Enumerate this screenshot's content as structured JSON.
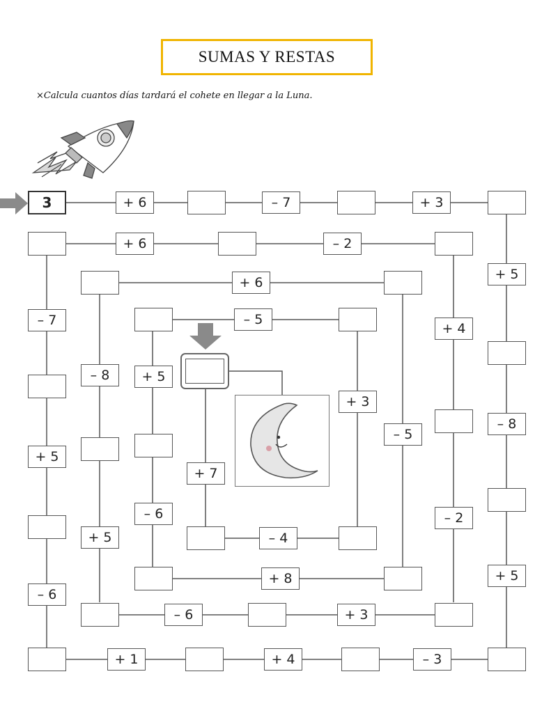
{
  "title": "SUMAS Y RESTAS",
  "instruction": "×Calcula cuantos días tardará el cohete en llegar a la Luna.",
  "start_value": "3",
  "operations": {
    "o1": "+ 6",
    "o2": "– 7",
    "o3": "+ 3",
    "o4": "+ 5",
    "o5": "– 8",
    "o6": "+ 5",
    "o7": "– 3",
    "o8": "+ 4",
    "o9": "+ 1",
    "o10": "– 6",
    "o11": "+ 5",
    "o12": "– 7",
    "o13": "+ 6",
    "o14": "– 2",
    "o15": "+ 4",
    "o16": "– 2",
    "o17": "+ 3",
    "o18": "– 6",
    "o19": "+ 5",
    "o20": "– 8",
    "o21": "+ 6",
    "o22": "– 5",
    "o23": "+ 8",
    "o24": "– 6",
    "o25": "+ 5",
    "o26": "– 5",
    "o27": "+ 3",
    "o28": "– 4",
    "o29": "+ 7"
  },
  "icons": {
    "start_arrow": "right-arrow-icon",
    "end_arrow": "down-arrow-icon",
    "rocket": "rocket-icon",
    "moon": "crescent-moon-icon"
  },
  "colors": {
    "title_border": "#f0b400",
    "arrow": "#8a8a8a",
    "line": "#555555"
  }
}
